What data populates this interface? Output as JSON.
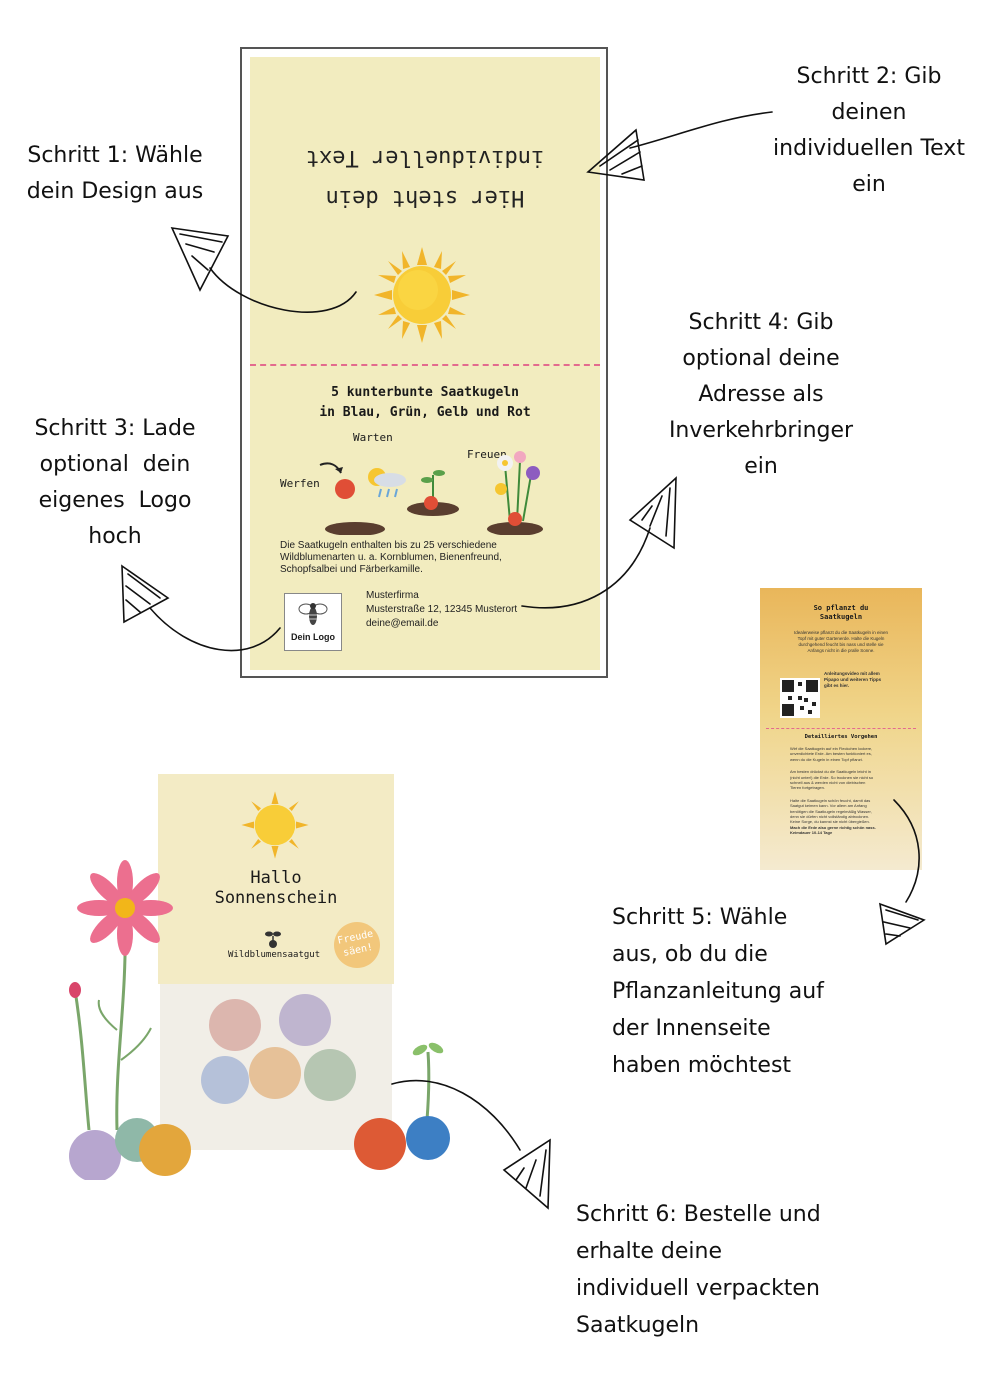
{
  "steps": {
    "s1": [
      "Schritt 1: Wähle",
      "dein Design aus"
    ],
    "s2": [
      "Schritt 2: Gib",
      "deinen",
      "individuellen Text",
      "ein"
    ],
    "s3": [
      "Schritt 3: Lade",
      "optional  dein",
      "eigenes  Logo",
      "hoch"
    ],
    "s4": [
      "Schritt 4: Gib",
      "optional deine",
      "Adresse als",
      "Inverkehrbringer",
      "ein"
    ],
    "s5": [
      "Schritt 5: Wähle",
      "aus, ob du die",
      "Pflanzanleitung auf",
      "der Innenseite",
      "haben möchtest"
    ],
    "s6": [
      "Schritt 6: Bestelle und",
      "erhalte deine",
      "individuell verpackten",
      "Saatkugeln"
    ]
  },
  "card": {
    "custom_text_line1": "Hier steht dein",
    "custom_text_line2": "individueller Text",
    "heading_line1": "5 kunterbunte Saatkugeln",
    "heading_line2": "in Blau, Grün, Gelb und Rot",
    "label_werfen": "Werfen",
    "label_warten": "Warten",
    "label_freuen": "Freuen",
    "desc_line1": "Die Saatkugeln enthalten bis zu 25 verschiedene",
    "desc_line2": "Wildblumenarten u. a. Kornblumen, Bienenfreund,",
    "desc_line3": "Schopfsalbei und Färberkamille.",
    "company": "Musterfirma",
    "street": "Musterstraße 12, 12345 Musterort",
    "email": "deine@email.de",
    "logo_label": "Dein Logo"
  },
  "instructions": {
    "title_line1": "So pflanzt du",
    "title_line2": "Saatkugeln",
    "intro_line1": "Idealerweise pflanzt du die Saatkugeln in einen",
    "intro_line2": "Topf mit guter Gartenerde. Halte die Kugeln",
    "intro_line3": "durchgehend feucht bis nass und stelle sie",
    "intro_line4": "Anfangs nicht in die pralle Sonne.",
    "video_line1": "Anleitungsvideo mit allem",
    "video_line2": "Pipapo und weiteren Tipps",
    "video_line3": "gibt es hier.",
    "detail_title": "Detailliertes Vorgehen",
    "d1_line1": "Wirf die Saatkugeln auf ein Fleckchen lockere,",
    "d1_line2": "unverdichtete Erde. Am besten funktioniert es,",
    "d1_line3": "wenn du die Kugeln in einen Topf pflanzt.",
    "d2_line1": "Am besten drückst du die Saatkugeln leicht in",
    "d2_line2": "(nicht unter!) die Erde. So trocknen sie nicht so",
    "d2_line3": "schnell aus & werden nicht von diebischen",
    "d2_line4": "Tieren fortgetragen.",
    "d3_line1": "Halte die Saatkugeln schön feucht, damit das",
    "d3_line2": "Saatgut keimen kann. Vor allem am Anfang",
    "d3_line3": "benötigen die Saatkugeln regelmäßig Wasser,",
    "d3_line4": "denn sie dürfen nicht vollständig abtrocknen.",
    "d3_line5": "Keine Sorge, du kannst sie nicht übergießen.",
    "d3_line6": "Mach die Erde also gerne richtig schön nass.",
    "d3_line7": "Keimdauer 10-14 Tage"
  },
  "pack": {
    "title_line1": "Hallo",
    "title_line2": "Sonnenschein",
    "brand": "Wildblumensaatgut",
    "stamp_line1": "Freude",
    "stamp_line2": "säen!"
  },
  "colors": {
    "card_bg": "#f2ecbf",
    "dash_pink": "#e36a8e",
    "sun_yellow": "#f6c630",
    "instruction_orange": "#e9b65a"
  }
}
